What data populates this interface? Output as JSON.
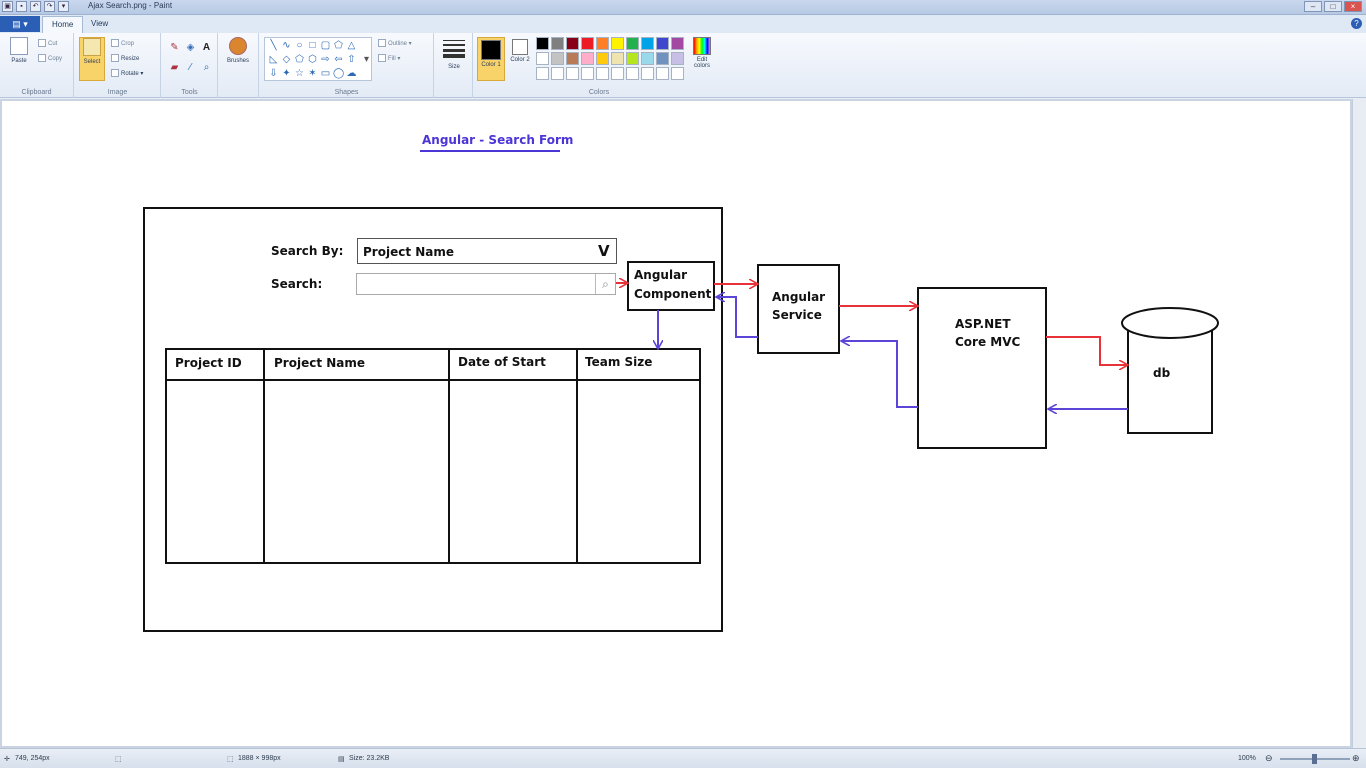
{
  "window": {
    "title": "Ajax Search.png - Paint",
    "controls": [
      "–",
      "□",
      "×"
    ],
    "quick_access": [
      "▾"
    ]
  },
  "ribbon": {
    "file_menu": "▤ ▾",
    "tabs": [
      "Home",
      "View"
    ],
    "help": "?",
    "clipboard": {
      "paste": "Paste",
      "cut": "Cut",
      "copy": "Copy",
      "label": "Clipboard"
    },
    "image": {
      "select": "Select",
      "crop": "Crop",
      "resize": "Resize",
      "rotate": "Rotate ▾",
      "label": "Image"
    },
    "tools": {
      "label": "Tools"
    },
    "brushes": {
      "label": "Brushes"
    },
    "shapes": {
      "outline": "Outline ▾",
      "fill": "Fill ▾",
      "label": "Shapes"
    },
    "size": {
      "label": "Size"
    },
    "colors": {
      "color1": "Color 1",
      "color2": "Color 2",
      "edit": "Edit colors",
      "label": "Colors",
      "color1_value": "#000000",
      "color2_value": "#ffffff",
      "palette": [
        "#000000",
        "#7f7f7f",
        "#880015",
        "#ed1c24",
        "#ff7f27",
        "#fff200",
        "#22b14c",
        "#00a2e8",
        "#3f48cc",
        "#a349a4",
        "#ffffff",
        "#c3c3c3",
        "#b97a57",
        "#ffaec9",
        "#ffc90e",
        "#efe4b0",
        "#b5e61d",
        "#99d9ea",
        "#7092be",
        "#c8bfe7",
        "#ffffff",
        "#ffffff",
        "#ffffff",
        "#ffffff",
        "#ffffff",
        "#ffffff",
        "#ffffff",
        "#ffffff",
        "#ffffff",
        "#ffffff"
      ]
    }
  },
  "diagram": {
    "title": "Angular - Search Form",
    "search_by_label": "Search By:",
    "search_by_value": "Project Name",
    "search_label": "Search:",
    "search_value": "",
    "table_headers": [
      "Project ID",
      "Project Name",
      "Date of Start",
      "Team Size"
    ],
    "angular_component": [
      "Angular",
      "Component"
    ],
    "angular_service": [
      "Angular",
      "Service"
    ],
    "aspnet": [
      "ASP.NET",
      "Core MVC"
    ],
    "db": "db",
    "colors": {
      "request": "#e8323a",
      "response": "#5a45d8",
      "title": "#4b35d6"
    }
  },
  "statusbar": {
    "cursor": "749, 254px",
    "dimensions": "1888 × 998px",
    "size": "Size: 23.2KB",
    "zoom": "100%"
  }
}
